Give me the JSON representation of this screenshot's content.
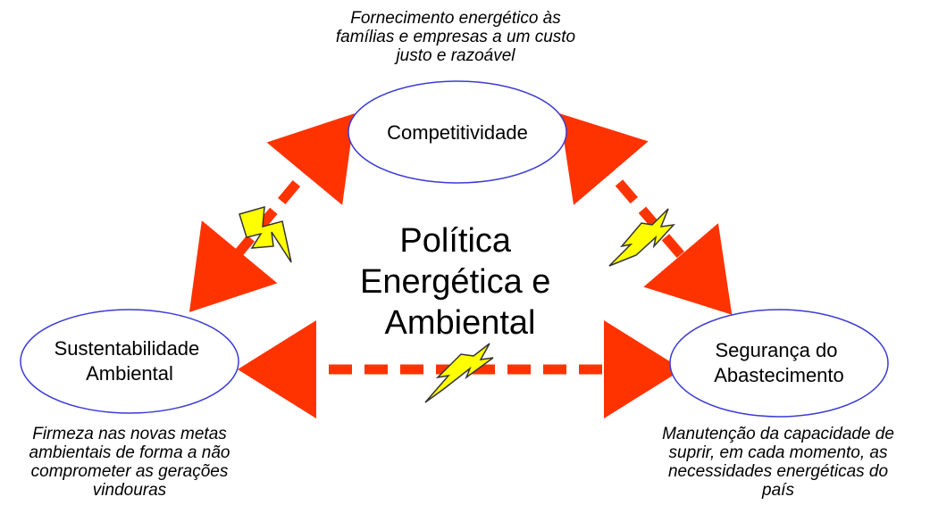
{
  "center_title": [
    "Política",
    "Energética e",
    "Ambiental"
  ],
  "nodes": {
    "top": {
      "label": [
        "Competitividade"
      ]
    },
    "left": {
      "label": [
        "Sustentabilidade",
        "Ambiental"
      ]
    },
    "right": {
      "label": [
        "Segurança do",
        "Abastecimento"
      ]
    }
  },
  "captions": {
    "top": [
      "Fornecimento energético às",
      "famílias e empresas a um custo",
      "justo e razoável"
    ],
    "left": [
      "Firmeza nas novas metas",
      "ambientais de forma a não",
      "comprometer as gerações",
      "vindouras"
    ],
    "right": [
      "Manutenção da capacidade de",
      "suprir, em cada momento, as",
      "necessidades energéticas do",
      "país"
    ]
  },
  "colors": {
    "ellipse_stroke": "#3b3bd6",
    "arrow": "#ff3300",
    "lightning_fill": "#ffff00",
    "lightning_stroke": "#333333"
  },
  "icons": [
    "lightning-bolt-icon"
  ]
}
